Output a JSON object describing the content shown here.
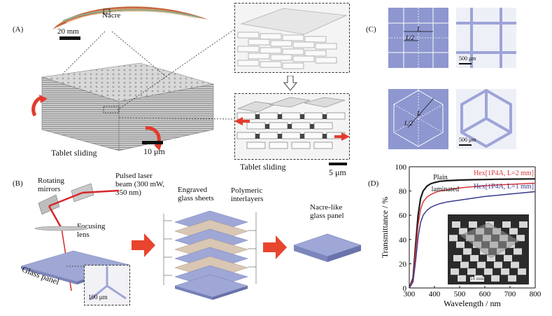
{
  "panels": {
    "A": {
      "label": "(A)",
      "nacre_label": "Nacre",
      "scale_shell": "20 mm",
      "scale_block": "10 μm",
      "scale_zoom": "5 μm",
      "caption_left": "Tablet sliding",
      "caption_right": "Tablet sliding"
    },
    "B": {
      "label": "(B)",
      "rotating_mirrors": "Rotating\nmirrors",
      "pulsed_laser": "Pulsed laser\nbeam (300 mW,\n350 nm)",
      "focusing_lens": "Focusing\nlens",
      "glass_panel": "Glass panel",
      "scale_inset": "100 μm",
      "engraved": "Engraved\nglass sheets",
      "polymeric": "Polymeric\ninterlayers",
      "nacre_like": "Nacre-like\nglass panel"
    },
    "C": {
      "label": "(C)",
      "L": "L",
      "L_half": "L/2",
      "scale_top": "500 μm",
      "scale_bottom": "500 μm"
    },
    "D": {
      "label": "(D)",
      "inset_scale": "10 mm"
    }
  },
  "chart_data": {
    "type": "line",
    "xlabel": "Wavelength / nm",
    "ylabel": "Transmittance / %",
    "xlim": [
      300,
      800
    ],
    "ylim": [
      0,
      100
    ],
    "xticks": [
      300,
      400,
      500,
      600,
      700,
      800
    ],
    "yticks": [
      0,
      20,
      40,
      60,
      80,
      100
    ],
    "grid": false,
    "series": [
      {
        "name": "Plain laminated",
        "color": "#1a1a1a",
        "x": [
          300,
          315,
          325,
          335,
          345,
          355,
          370,
          385,
          400,
          420,
          450,
          500,
          550,
          600,
          650,
          700,
          750,
          800
        ],
        "y": [
          0,
          8,
          35,
          60,
          74,
          80,
          84,
          86,
          87,
          88,
          88.5,
          89,
          89.3,
          89.5,
          89.7,
          89.8,
          89.9,
          90
        ]
      },
      {
        "name": "Hex[1P4A, L=2 mm]",
        "color": "#d9353a",
        "x": [
          300,
          315,
          325,
          335,
          345,
          355,
          370,
          385,
          400,
          420,
          450,
          500,
          550,
          600,
          650,
          700,
          750,
          800
        ],
        "y": [
          0,
          7,
          30,
          52,
          65,
          71,
          75,
          77,
          78.5,
          80,
          81,
          82.5,
          83.5,
          84.3,
          85,
          85.5,
          86,
          86.5
        ]
      },
      {
        "name": "Hex[1P4A, L=1 mm]",
        "color": "#3a3a8c",
        "x": [
          300,
          315,
          325,
          335,
          345,
          355,
          370,
          385,
          400,
          420,
          450,
          500,
          550,
          600,
          650,
          700,
          750,
          800
        ],
        "y": [
          0,
          5,
          22,
          42,
          54,
          60,
          64,
          66.5,
          68,
          69.5,
          71,
          72.5,
          74,
          75.5,
          76.5,
          77.5,
          78.5,
          79.5
        ]
      }
    ]
  }
}
